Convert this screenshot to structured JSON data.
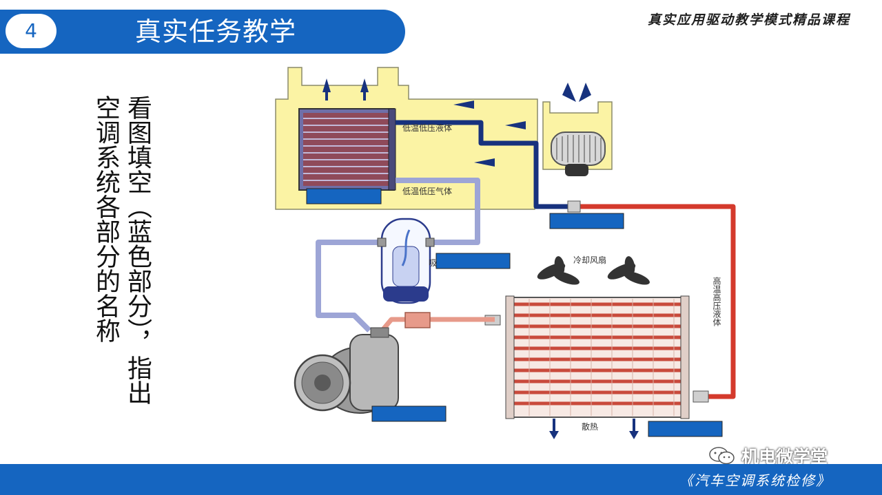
{
  "header": {
    "slide_number": "4",
    "title": "真实任务教学"
  },
  "course_name": "真实应用驱动教学模式精品课程",
  "instruction": "看图填空（蓝色部分），指出空调系统各部分的名称",
  "diagram": {
    "labels": {
      "low_temp_low_pressure_liquid": "低温低压液体",
      "low_temp_low_pressure_gas": "低温低压气体",
      "suction": "吸",
      "cooling_fan": "冷却风扇",
      "high_temp_high_pressure_liquid": "高温高压液体",
      "heat_dissipation": "散热"
    },
    "blanks": [
      "",
      "",
      "",
      "",
      ""
    ],
    "colors": {
      "housing": "#fbf3a4",
      "low_pressure_liquid_line": "#17327e",
      "low_pressure_gas_line": "#9da5d6",
      "high_pressure_line": "#d43a2c",
      "discharge_line": "#e79a8a",
      "blank_box": "#1565c0"
    }
  },
  "watermark": {
    "icon": "wechat-icon",
    "text": "机电微学堂"
  },
  "footer": {
    "text": "《汽车空调系统检修》"
  }
}
